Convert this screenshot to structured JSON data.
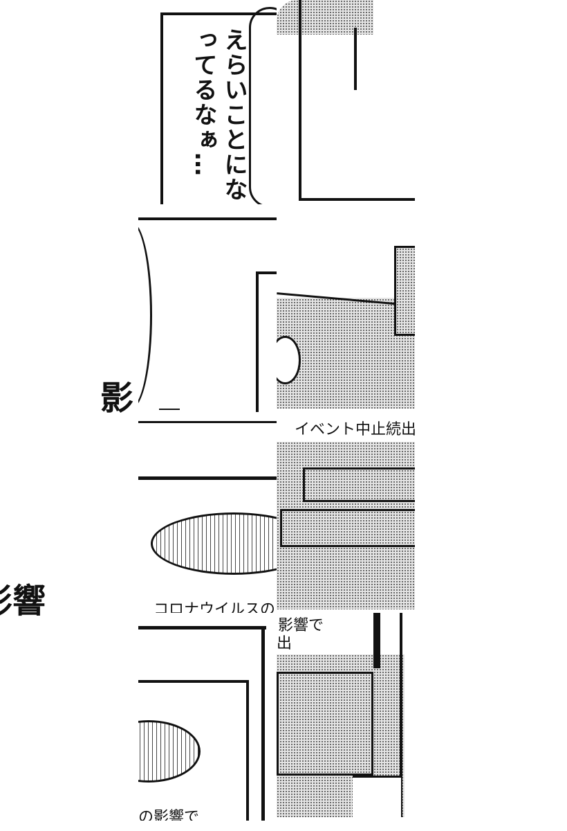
{
  "speech_bubble": {
    "text": "えらいことになってるなぁ…"
  },
  "side_text": {
    "fragment_1": "影",
    "fragment_2": "影響"
  },
  "tv_captions": {
    "caption_1": "イベント中止続出",
    "caption_2": "コロナウイルスの",
    "caption_3": "影響で",
    "caption_4": "出",
    "caption_5": "の影響で"
  }
}
